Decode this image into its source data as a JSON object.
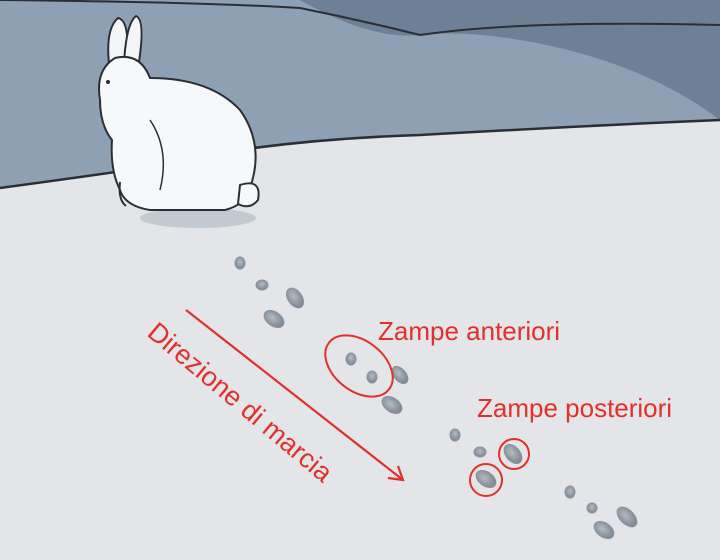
{
  "labels": {
    "front_paws": "Zampe anteriori",
    "hind_paws": "Zampe posteriori",
    "direction": "Direzione di marcia"
  },
  "colors": {
    "snow": "#e3e5e9",
    "sky": "#8c9fb3",
    "hills_far": "#6f8197",
    "annotation": "#e2302a",
    "track": "#9aa3ad"
  },
  "icons": [
    "rabbit-illustration",
    "paw-print-track",
    "arrow-direction"
  ]
}
